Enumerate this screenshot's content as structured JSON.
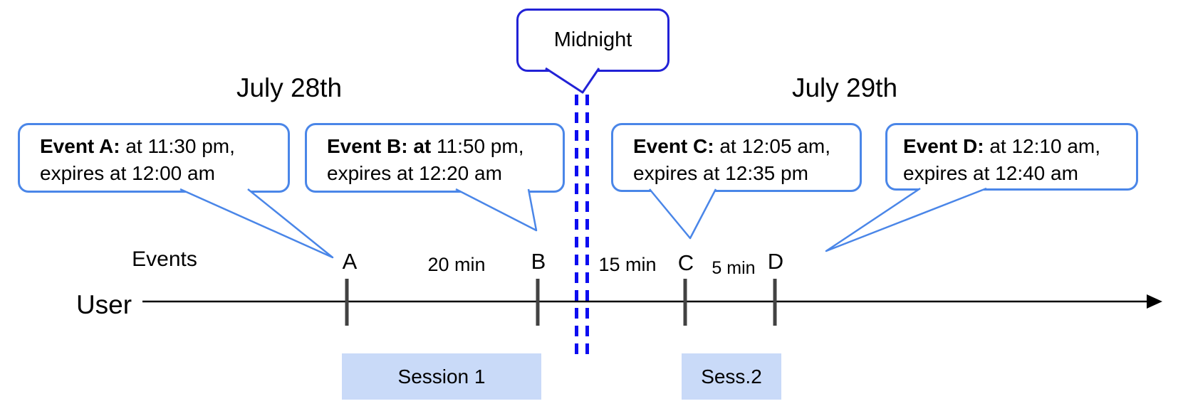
{
  "diagram": {
    "dates": {
      "left": "July 28th",
      "right": "July 29th"
    },
    "midnight": {
      "label": "Midnight"
    },
    "events": [
      {
        "letter": "A",
        "bold": "Event A:",
        "rest": " at 11:30 pm,",
        "line2": "expires at 12:00 am"
      },
      {
        "letter": "B",
        "bold": "Event B: at",
        "rest": " 11:50 pm,",
        "line2": "expires at 12:20 am"
      },
      {
        "letter": "C",
        "bold": "Event C:",
        "rest": " at 12:05 am,",
        "line2": "expires at 12:35 pm"
      },
      {
        "letter": "D",
        "bold": "Event D:",
        "rest": " at 12:10 am,",
        "line2": "expires at 12:40 am"
      }
    ],
    "axis": {
      "events_label": "Events",
      "user_label": "User"
    },
    "intervals": [
      {
        "label": "20 min"
      },
      {
        "label": "15 min"
      },
      {
        "label": "5 min"
      }
    ],
    "sessions": [
      {
        "label": "Session 1"
      },
      {
        "label": "Sess.2"
      }
    ],
    "colors": {
      "event_bubble_border": "#4a86e8",
      "midnight_bubble_border": "#2222d6",
      "midnight_dash": "#0d0df0",
      "session_fill": "#c9daf8",
      "tick": "#424242",
      "timeline": "#000000"
    }
  }
}
